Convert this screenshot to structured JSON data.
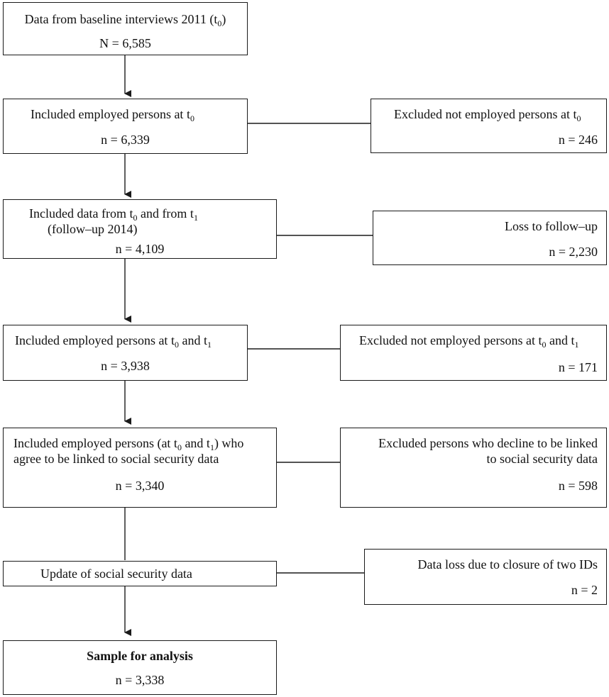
{
  "flow": {
    "baseline": {
      "line1": "Data from baseline interviews 2011 (t",
      "line1_sub": "0",
      "line1_end": ")",
      "count": "N = 6,585"
    },
    "employed_t0": {
      "pre": "Included employed persons at t",
      "sub": "0",
      "count": "n = 6,339"
    },
    "excluded_not_employed_t0": {
      "pre": "Excluded not employed persons at t",
      "sub": "0",
      "count": "n = 246"
    },
    "data_t0_t1": {
      "a": "Included data from t",
      "sub0": "0",
      "b": " and from t",
      "sub1": "1",
      "line2": "(follow–up 2014)",
      "count": "n = 4,109"
    },
    "loss_followup": {
      "label": "Loss to follow–up",
      "count": "n = 2,230"
    },
    "employed_t0_t1": {
      "a": "Included employed persons at t",
      "sub0": "0",
      "b": " and t",
      "sub1": "1",
      "count": "n = 3,938"
    },
    "excluded_not_employed_t0_t1": {
      "a": "Excluded not employed persons at t",
      "sub0": "0",
      "b": " and t",
      "sub1": "1",
      "count": "n = 171"
    },
    "linked": {
      "a": "Included employed persons (at t",
      "sub0": "0",
      "b": " and t",
      "sub1": "1",
      "c": ") who",
      "line2": "agree to be linked to social security data",
      "count": "n = 3,340"
    },
    "declined": {
      "line1": "Excluded persons who decline to be linked",
      "line2": "to social security data",
      "count": "n = 598"
    },
    "update": {
      "label": "Update of social security data"
    },
    "data_loss": {
      "label": "Data loss due to closure of two IDs",
      "count": "n = 2"
    },
    "sample": {
      "label": "Sample for analysis",
      "count": "n = 3,338"
    }
  },
  "colors": {
    "line": "#1a1a1a",
    "background": "#ffffff",
    "text": "#111111"
  }
}
